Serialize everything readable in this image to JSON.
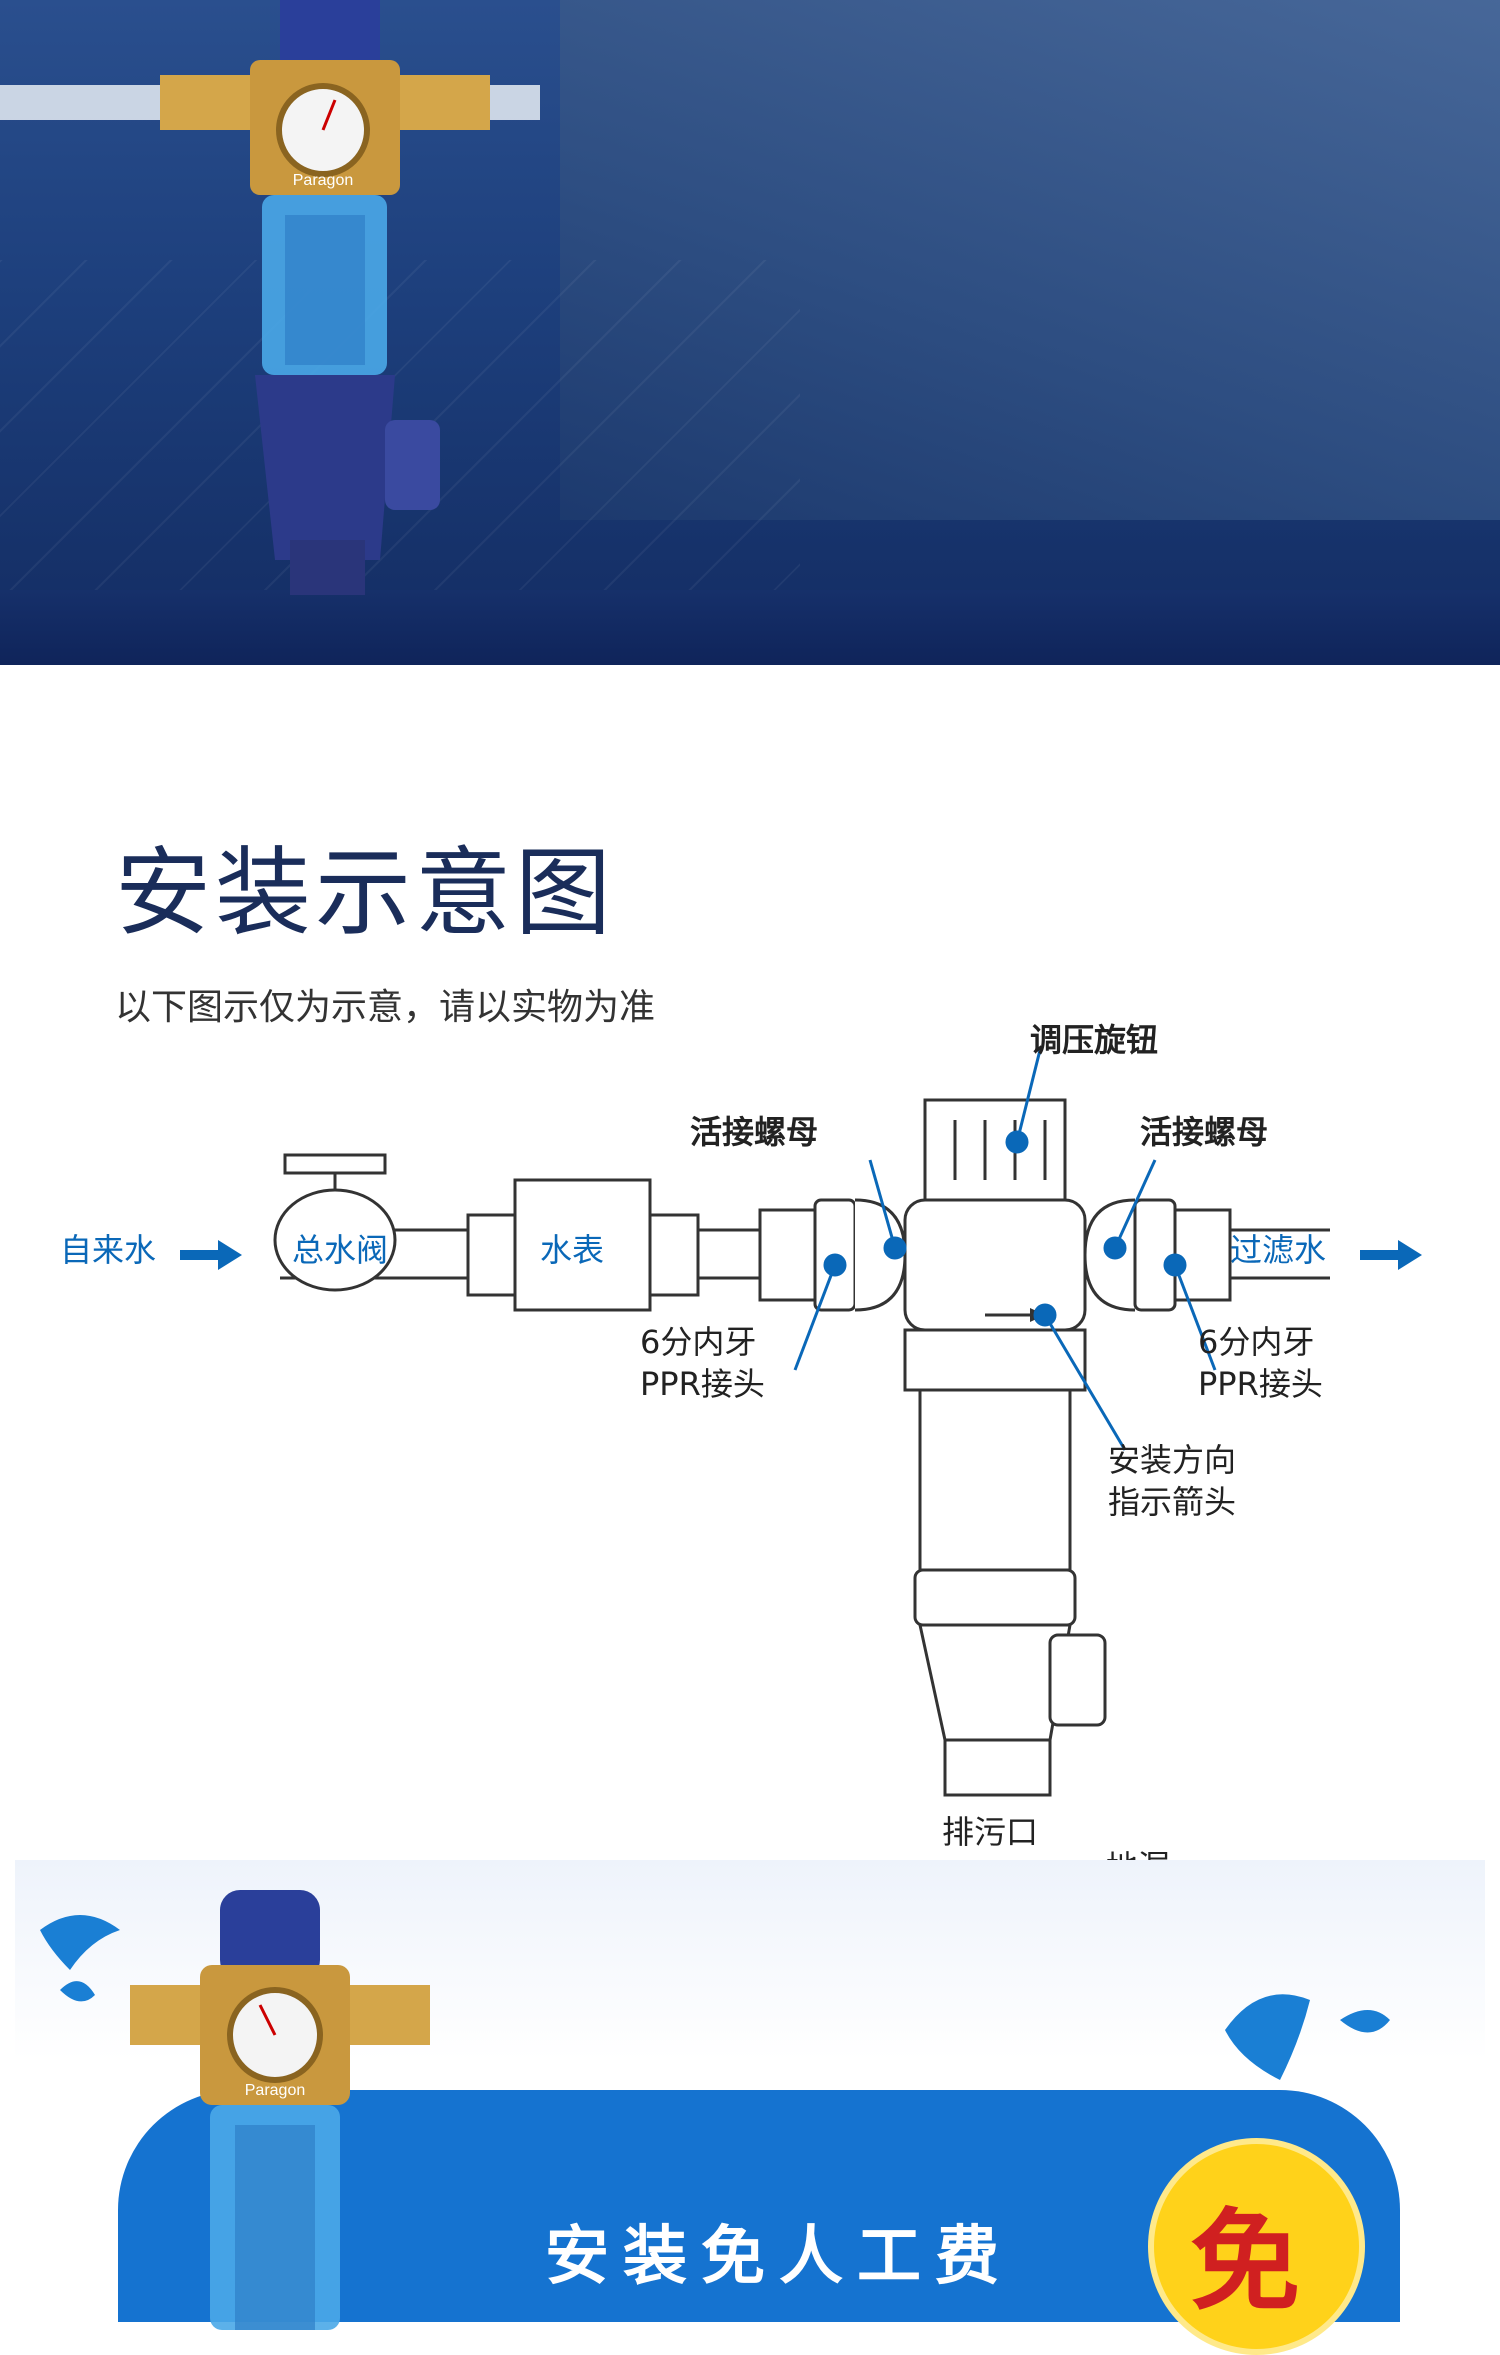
{
  "hero": {
    "brand_text": "Paragon"
  },
  "section": {
    "title": "安装示意图",
    "subtitle": "以下图示仅为示意，请以实物为准"
  },
  "diagram": {
    "inlet": "自来水",
    "main_valve": "总水阀",
    "meter": "水表",
    "outlet": "过滤水",
    "knob": "调压旋钮",
    "union_nut_left": "活接螺母",
    "union_nut_right": "活接螺母",
    "ppr_left_line1": "6分内牙",
    "ppr_left_line2": "PPR接头",
    "ppr_right_line1": "6分内牙",
    "ppr_right_line2": "PPR接头",
    "arrow_line1": "安装方向",
    "arrow_line2": "指示箭头",
    "drain": "排污口",
    "floor_drain": "地漏"
  },
  "promo": {
    "banner_text": "安装免人工费",
    "badge": "免",
    "brand_text": "Paragon"
  },
  "colors": {
    "accent_blue": "#0a68b8",
    "banner_blue": "#1573d0",
    "badge_yellow": "#ffd21a"
  }
}
